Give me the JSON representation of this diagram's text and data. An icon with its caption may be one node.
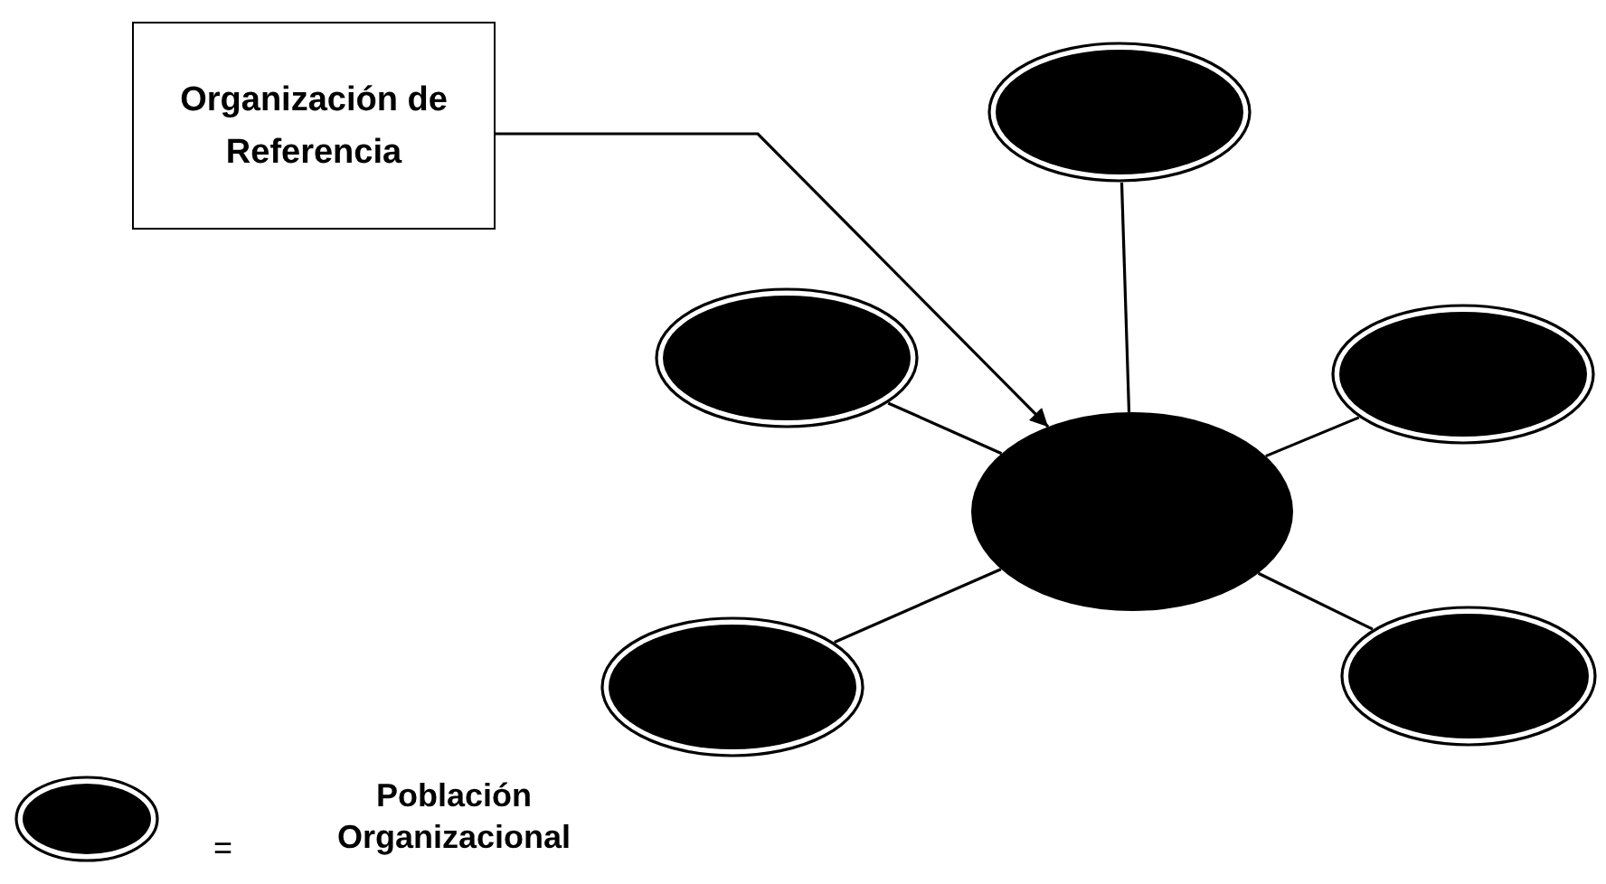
{
  "diagram": {
    "nodes": [
      {
        "text": [
          "Organización de Referencia"
        ]
      },
      {
        "text": [],
        "shape": "ellipse"
      },
      {
        "text": [],
        "shape": "ellipse"
      },
      {
        "text": [],
        "shape": "ellipse"
      },
      {
        "text": [],
        "shape": "ellipse"
      },
      {
        "text": [],
        "shape": "ellipse"
      },
      {
        "text": [],
        "shape": "ellipse"
      }
    ],
    "edges": [
      {
        "from": 0,
        "to": 4,
        "arrow": "to"
      },
      {
        "from": 1,
        "to": 4,
        "arrow": "none"
      },
      {
        "from": 2,
        "to": 4,
        "arrow": "none"
      },
      {
        "from": 3,
        "to": 4,
        "arrow": "none"
      },
      {
        "from": 5,
        "to": 4,
        "arrow": "none"
      },
      {
        "from": 6,
        "to": 4,
        "arrow": "none"
      }
    ],
    "labels": [
      "="
    ],
    "legend": [
      {
        "text": "Población Organizacional"
      }
    ]
  }
}
